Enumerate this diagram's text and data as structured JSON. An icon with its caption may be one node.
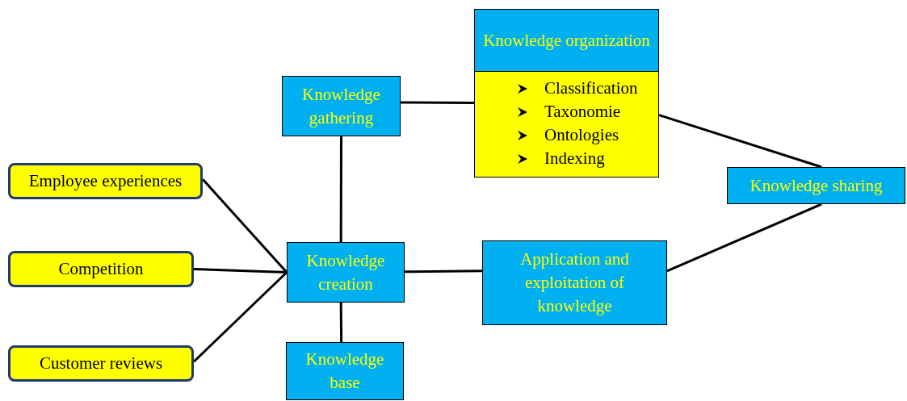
{
  "diagram": {
    "nodes": [
      {
        "text": [
          "Knowledge organization",
          "Classification",
          "Taxonomie",
          "Ontologies",
          "Indexing"
        ]
      },
      {
        "text": [
          "Knowledge gathering"
        ]
      },
      {
        "text": [
          "Employee experiences"
        ]
      },
      {
        "text": [
          "Knowledge sharing"
        ]
      },
      {
        "text": [
          "Competition"
        ]
      },
      {
        "text": [
          "Knowledge creation"
        ]
      },
      {
        "text": [
          "Application and exploitation of knowledge"
        ]
      },
      {
        "text": [
          "Customer reviews"
        ]
      },
      {
        "text": [
          "Knowledge base"
        ]
      }
    ],
    "edges": [
      {
        "from": 1,
        "to": 0,
        "arrow": "none"
      },
      {
        "from": 0,
        "to": 3,
        "arrow": "none"
      },
      {
        "from": 1,
        "to": 5,
        "arrow": "none"
      },
      {
        "from": 2,
        "to": 5,
        "arrow": "none"
      },
      {
        "from": 4,
        "to": 5,
        "arrow": "none"
      },
      {
        "from": 7,
        "to": 5,
        "arrow": "none"
      },
      {
        "from": 5,
        "to": 8,
        "arrow": "none"
      },
      {
        "from": 5,
        "to": 6,
        "arrow": "none"
      },
      {
        "from": 6,
        "to": 3,
        "arrow": "none"
      }
    ]
  }
}
